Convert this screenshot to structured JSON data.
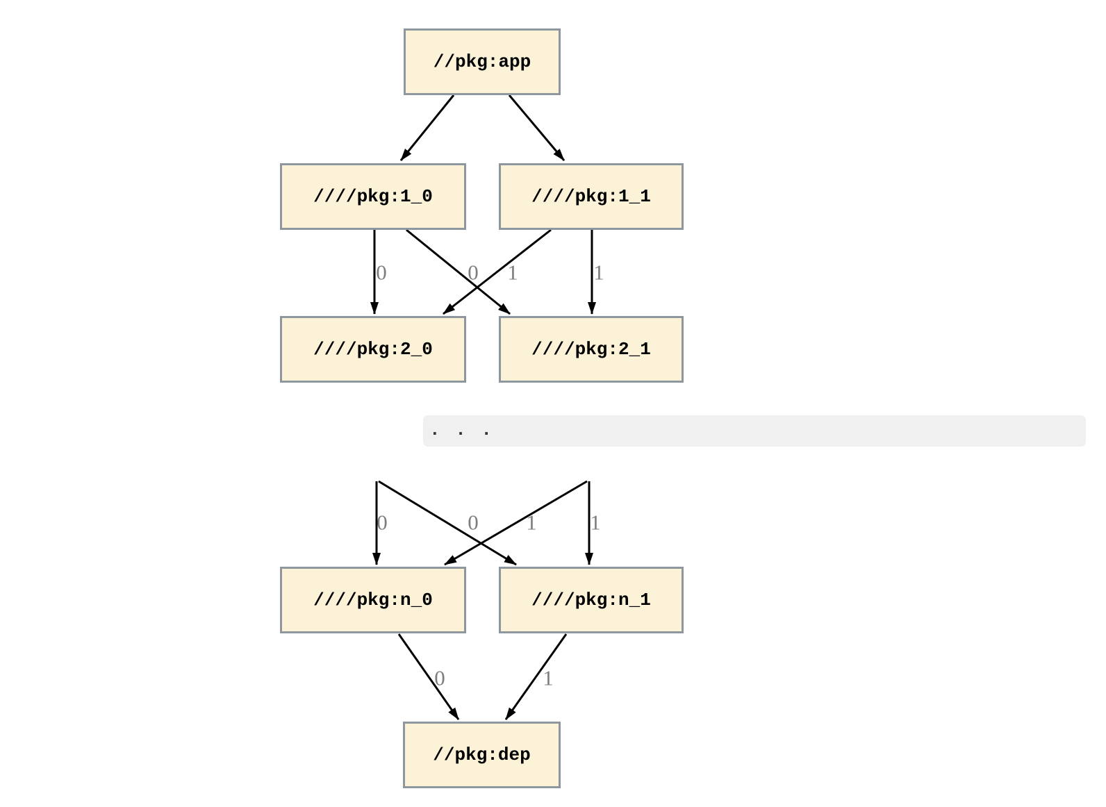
{
  "graph": {
    "nodes": [
      {
        "id": "app",
        "label": "//pkg:app"
      },
      {
        "id": "1_0",
        "label": "////pkg:1_0"
      },
      {
        "id": "1_1",
        "label": "////pkg:1_1"
      },
      {
        "id": "2_0",
        "label": "////pkg:2_0"
      },
      {
        "id": "2_1",
        "label": "////pkg:2_1"
      },
      {
        "id": "n_0",
        "label": "////pkg:n_0"
      },
      {
        "id": "n_1",
        "label": "////pkg:n_1"
      },
      {
        "id": "dep",
        "label": "//pkg:dep"
      }
    ],
    "edges": [
      {
        "from": "//pkg:app",
        "to": "////pkg:1_0",
        "label": ""
      },
      {
        "from": "//pkg:app",
        "to": "////pkg:1_1",
        "label": ""
      },
      {
        "from": "////pkg:1_0",
        "to": "////pkg:2_0",
        "label": "0"
      },
      {
        "from": "////pkg:1_1",
        "to": "////pkg:2_0",
        "label": "0"
      },
      {
        "from": "////pkg:1_0",
        "to": "////pkg:2_1",
        "label": "1"
      },
      {
        "from": "////pkg:1_1",
        "to": "////pkg:2_1",
        "label": "1"
      },
      {
        "from": "…",
        "to": "////pkg:n_0",
        "label": "0"
      },
      {
        "from": "…",
        "to": "////pkg:n_0",
        "label": "0"
      },
      {
        "from": "…",
        "to": "////pkg:n_1",
        "label": "1"
      },
      {
        "from": "…",
        "to": "////pkg:n_1",
        "label": "1"
      },
      {
        "from": "////pkg:n_0",
        "to": "//pkg:dep",
        "label": "0"
      },
      {
        "from": "////pkg:n_1",
        "to": "//pkg:dep",
        "label": "1"
      }
    ],
    "ellipsis": ". . .",
    "colors": {
      "node_fill": "#fbf2d8",
      "node_border": "#8e979d",
      "edge": "#000000",
      "edge_label": "#7d7d7d",
      "ellipsis_bar_bg": "#f0f0f0",
      "background": "#ffffff"
    }
  }
}
